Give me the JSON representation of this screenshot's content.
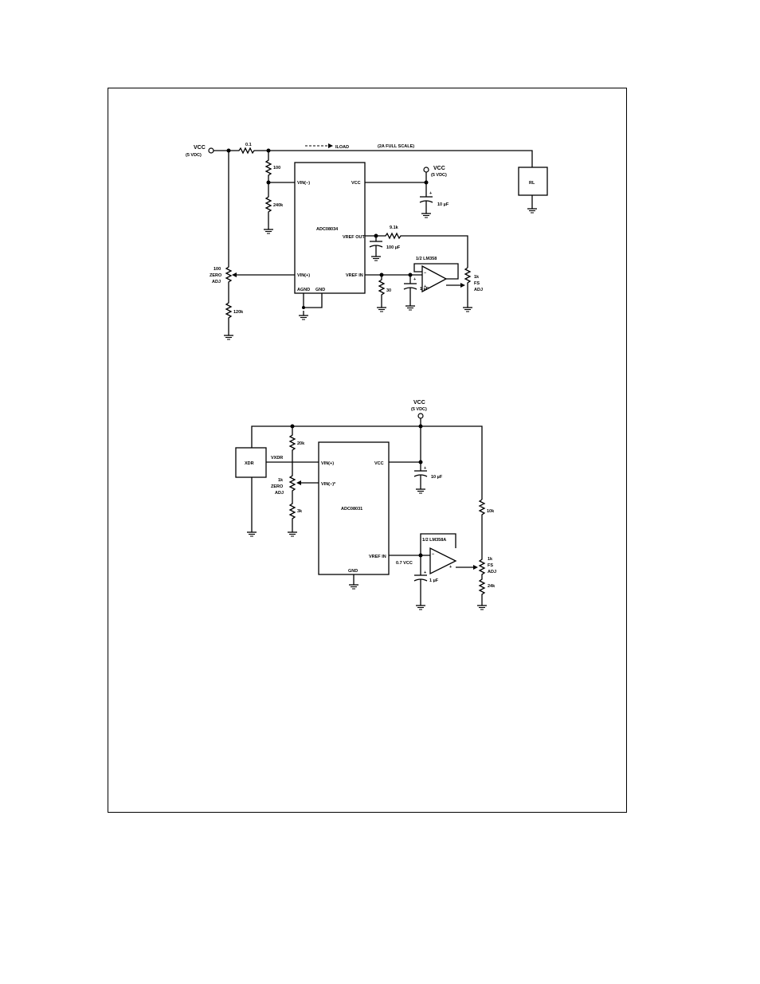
{
  "circuit_a": {
    "vcc_left": "VCC",
    "vcc_left_sub": "(5 VDC)",
    "r_shunt": "0.1",
    "r_100": "100",
    "r_240k": "240k",
    "load_label": "ILOAD",
    "load_scale": "(2A FULL SCALE)",
    "rl": "RL",
    "adc_name": "ADC08034",
    "pin_vin_minus": "VIN(−)",
    "pin_vcc": "VCC",
    "pin_vin_plus": "VIN(+)",
    "pin_vref_out": "VREF OUT",
    "pin_vref_in": "VREF IN",
    "pin_agnd": "AGND",
    "pin_gnd": "GND",
    "vcc_right": "VCC",
    "vcc_right_sub": "(5 VDC)",
    "cap_10uf": "10 µF",
    "r_91k": "9.1k",
    "cap_100uf": "100 µF",
    "opamp": "1/2 LM358",
    "r_30": "30",
    "cap_1uf": "1 µF",
    "pot_fs": [
      "1k",
      "FS",
      "ADJ"
    ],
    "pot_zero": [
      "100",
      "ZERO",
      "ADJ"
    ],
    "r_120k": "120k"
  },
  "circuit_b": {
    "vcc_top": "VCC",
    "vcc_top_sub": "(5 VDC)",
    "xdr": "XDR",
    "vxdr": "VXDR",
    "r_20k": "20k",
    "pot_zero": [
      "1k",
      "ZERO",
      "ADJ"
    ],
    "r_3k": "3k",
    "adc_name": "ADC08031",
    "pin_vin_plus": "VIN(+)",
    "pin_vin_minus": "VIN(−)*",
    "pin_vcc": "VCC",
    "pin_vref_in": "VREF IN",
    "pin_gnd": "GND",
    "cap_10uf": "10 µF",
    "vref_level": "0.7 VCC",
    "opamp": "1/2 LM358A",
    "cap_1uf": "1 µF",
    "r_10k": "10k",
    "pot_fs": [
      "1k",
      "FS",
      "ADJ"
    ],
    "r_24k": "24k"
  }
}
